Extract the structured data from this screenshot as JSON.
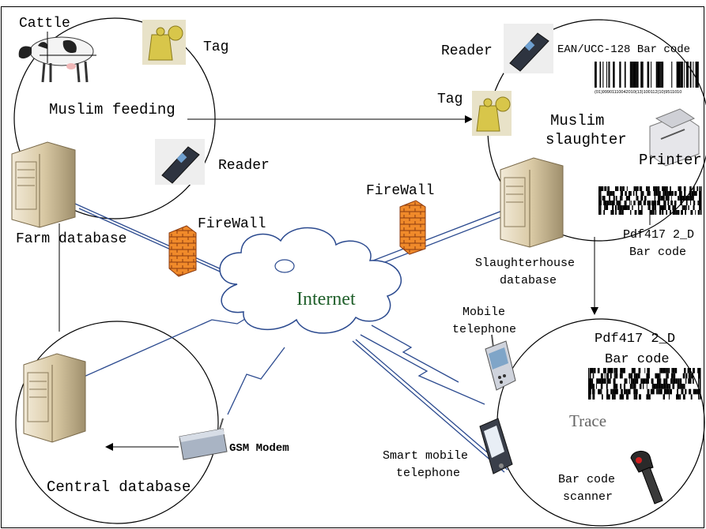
{
  "labels": {
    "cattle": "Cattle",
    "tag_top_left": "Tag",
    "muslim_feeding": "Muslim feeding",
    "reader_left": "Reader",
    "farm_database": "Farm database",
    "firewall_left": "FireWall",
    "firewall_right": "FireWall",
    "internet": "Internet",
    "reader_right": "Reader",
    "ean_barcode": "EAN/UCC-128 Bar code",
    "barcode_digits": "(01)99901110042010(13)100112(10)9511010",
    "tag_right": "Tag",
    "muslim_slaughter_1": "Muslim",
    "muslim_slaughter_2": "slaughter",
    "printer": "Printer",
    "pdf417_top_1": "Pdf417 2_D",
    "pdf417_top_2": "Bar code",
    "slaughterhouse_db_1": "Slaughterhouse",
    "slaughterhouse_db_2": "database",
    "mobile_telephone_1": "Mobile",
    "mobile_telephone_2": "telephone",
    "pdf417_trace_1": "Pdf417 2_D",
    "pdf417_trace_2": "Bar code",
    "trace": "Trace",
    "smart_mobile_1": "Smart mobile",
    "smart_mobile_2": "telephone",
    "barcode_scanner_1": "Bar code",
    "barcode_scanner_2": "scanner",
    "gsm_modem": "GSM Modem",
    "central_database": "Central database"
  },
  "colors": {
    "link_blue": "#2b4a8f",
    "internet_green": "#1f5f2a",
    "firewall_orange": "#f08a2a",
    "server_beige": "#d9c9a4",
    "tag_yellow": "#d8c64a",
    "trace_gray": "#666666"
  },
  "icons": [
    "cow-image",
    "ear-tag-icon",
    "rfid-reader-icon",
    "server-icon",
    "firewall-icon",
    "cloud-icon",
    "printer-icon",
    "barcode-icon",
    "pdf417-icon",
    "mobile-phone-icon",
    "smartphone-icon",
    "gsm-modem-icon",
    "barcode-scanner-icon"
  ]
}
